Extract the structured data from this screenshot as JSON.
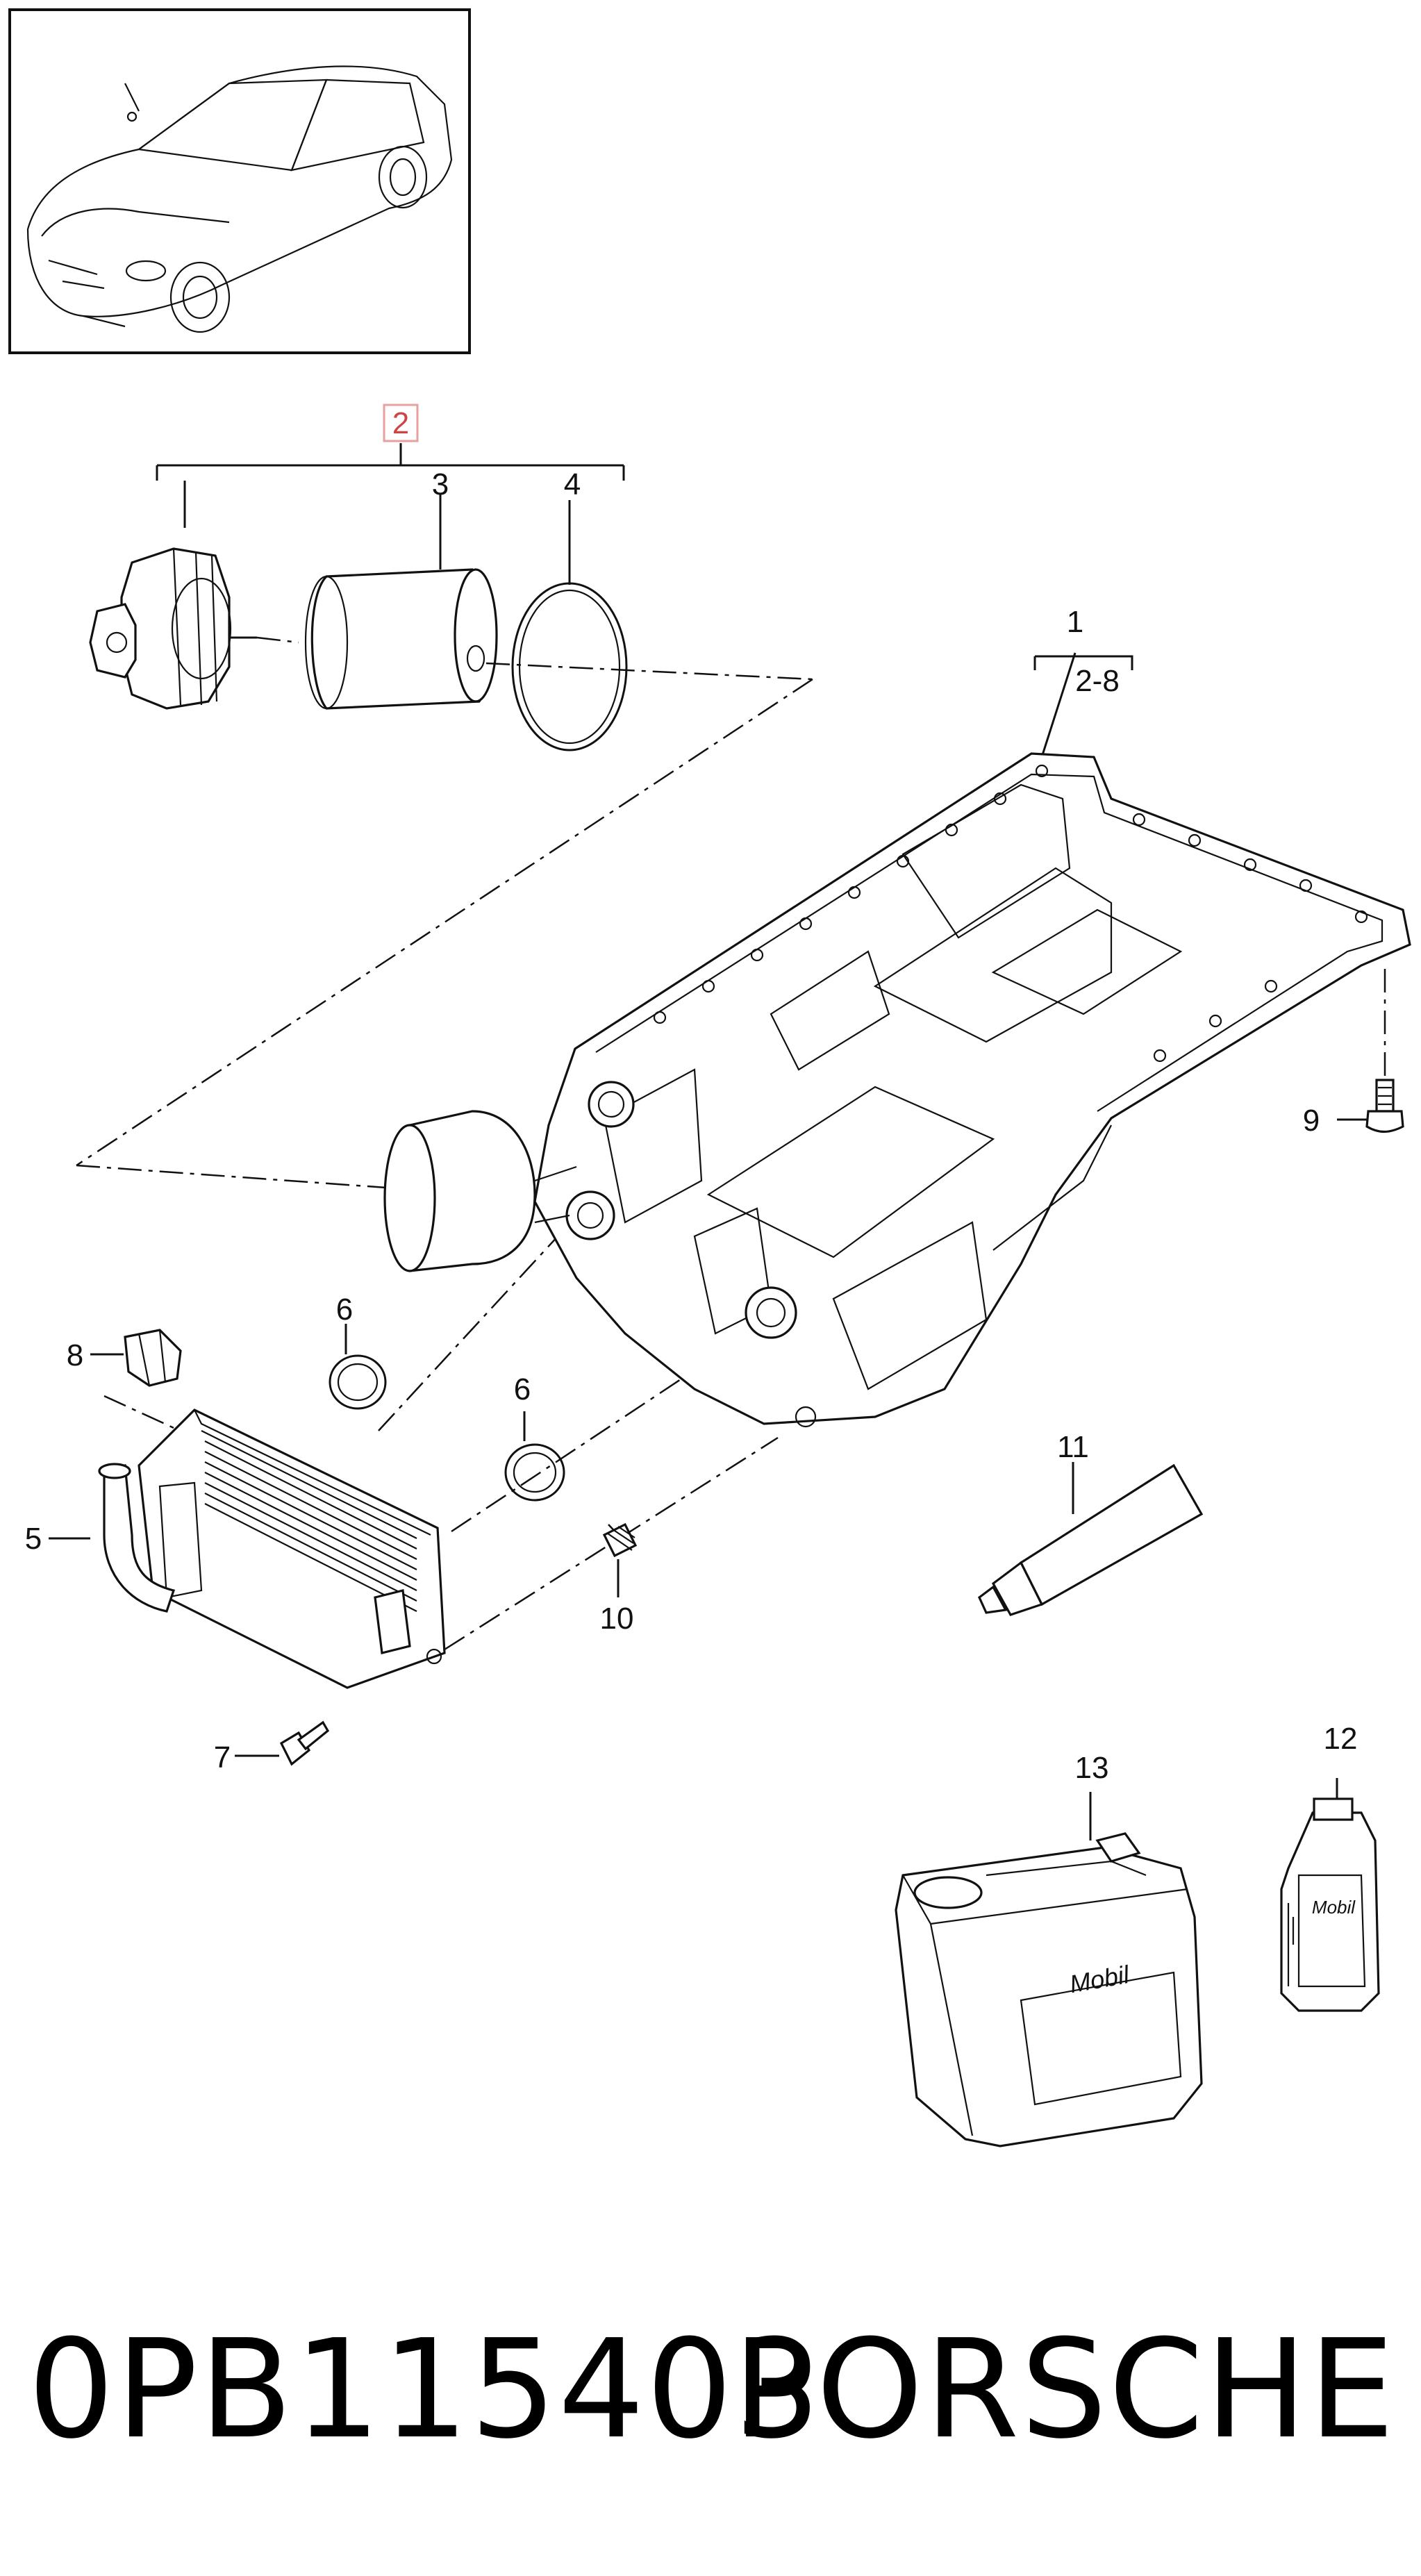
{
  "footer": {
    "part_number": "0PB115403",
    "brand": "PORSCHE"
  },
  "callouts": [
    {
      "id": "1",
      "text": "1"
    },
    {
      "id": "1-range",
      "text": "2-8"
    },
    {
      "id": "2",
      "text": "2"
    },
    {
      "id": "3",
      "text": "3"
    },
    {
      "id": "4",
      "text": "4"
    },
    {
      "id": "5",
      "text": "5"
    },
    {
      "id": "6a",
      "text": "6"
    },
    {
      "id": "6b",
      "text": "6"
    },
    {
      "id": "7",
      "text": "7"
    },
    {
      "id": "8",
      "text": "8"
    },
    {
      "id": "9",
      "text": "9"
    },
    {
      "id": "10",
      "text": "10"
    },
    {
      "id": "11",
      "text": "11"
    },
    {
      "id": "12",
      "text": "12"
    },
    {
      "id": "13",
      "text": "13"
    }
  ],
  "product_labels": {
    "canister": "Mobil",
    "bottle": "Mobil"
  },
  "colors": {
    "callout_2_box": "#e6a0a0",
    "ink": "#111111"
  }
}
